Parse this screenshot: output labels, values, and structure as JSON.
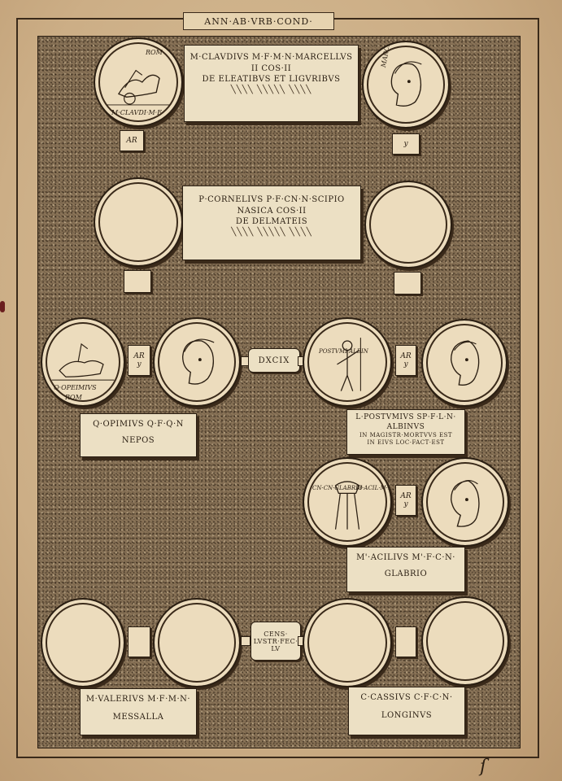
{
  "header": {
    "title": "ANN·AB·VRB·COND·"
  },
  "colors": {
    "paper": "#cdb089",
    "ink": "#2a1e12",
    "coin": "#ecdcbd"
  },
  "rows": {
    "r1": {
      "tablet": [
        "M·CLAVDIVS M·F·M·N·MARCELLVS",
        "II COS·II",
        "DE ELEATIBVS ET LIGVRIBVS"
      ],
      "coin_left_legend_top": "ROM",
      "coin_left_legend_bottom": "M·CLAVDI·M·F·",
      "coin_left_tab": "AR",
      "coin_right_legend": "MARCELL",
      "coin_right_tab": "y"
    },
    "r2": {
      "tablet": [
        "P·CORNELIVS P·F·CN·N·SCIPIO",
        "NASICA COS·II",
        "DE DELMATEIS"
      ]
    },
    "r3": {
      "left_coin_legend_top": "Q·OPEIMIVS",
      "left_coin_legend_bottom": "ROM",
      "left_tab": [
        "AR",
        "y"
      ],
      "year_chip": "DXCIX",
      "right_coin_legend_side": "POSTVMI·ALBIN",
      "right_tab": [
        "AR",
        "y"
      ],
      "left_tablet": [
        "Q·OPIMIVS Q·F·Q·N",
        "NEPOS"
      ],
      "right_tablet": [
        "L·POSTVMIVS SP·F·L·N·",
        "ALBINVS",
        "IN MAGISTR·MORTVVS EST",
        "IN EIVS LOC·FACT·EST"
      ]
    },
    "r4": {
      "coin_legend_left": "CN·CN·GLABRIO",
      "coin_legend_right": "M·ACIL·M·F",
      "tab": [
        "AR",
        "y"
      ],
      "tablet": [
        "M'·ACILIVS M'·F·C·N·",
        "GLABRIO"
      ]
    },
    "r5": {
      "census_chip": [
        "CENS·",
        "LVSTR·FEC·",
        "LV"
      ],
      "left_tablet": [
        "M·VALERIVS M·F·M·N·",
        "MESSALLA"
      ],
      "right_tablet": [
        "C·CASSIVS C·F·C·N·",
        "LONGINVS"
      ]
    }
  },
  "signature": "ſ"
}
